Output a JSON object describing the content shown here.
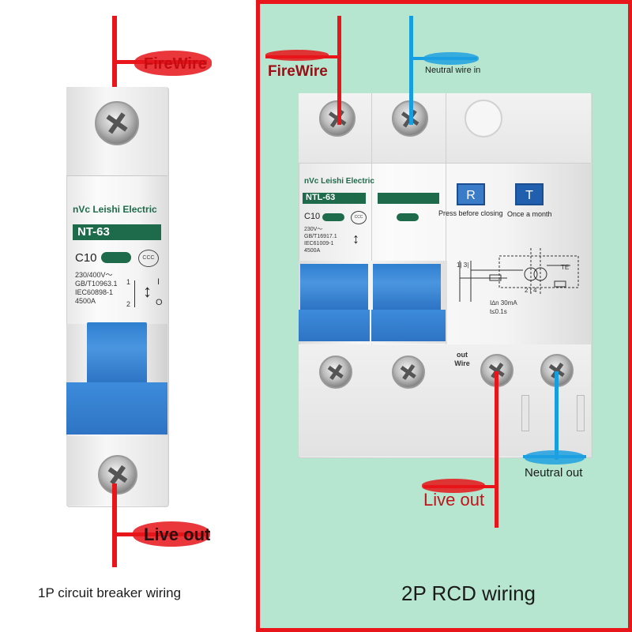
{
  "left": {
    "firewire": "FireWire",
    "live_out": "Live out",
    "caption": "1P circuit breaker wiring",
    "brand": "nVc Leishi Electric",
    "model": "NT-63",
    "rating": "C10",
    "ccc": "CCC",
    "specs": [
      "230/400V～",
      "GB/T10963.1",
      "IEC60898-1",
      "4500A"
    ],
    "term_top": "1",
    "term_bot": "2",
    "on_mark": "I",
    "off_mark": "O"
  },
  "right": {
    "firewire": "FireWire",
    "neutral_in": "Neutral wire in",
    "live_out": "Live out",
    "neutral_out": "Neutral out",
    "caption": "2P RCD wiring",
    "brand": "nVc Leishi Electric",
    "model": "NTL-63",
    "rating": "C10",
    "ccc": "CCC",
    "specs": [
      "230V～",
      "GB/T16917.1",
      "IEC61009-1",
      "4500A"
    ],
    "btn_r": "R",
    "btn_t": "T",
    "press_before": "Press before closing",
    "once_month": "Once a month",
    "ian": "I∆n 30mA",
    "t": "t≤0.1s",
    "term_13": "1| 3|",
    "term_24": "2 | 4",
    "te": "TE",
    "out_wire": "out Wire",
    "colors": {
      "red": "#e8151b",
      "blue": "#169ee0",
      "green": "#1e6b4b",
      "panel_bg": "#b6e6cf"
    }
  }
}
